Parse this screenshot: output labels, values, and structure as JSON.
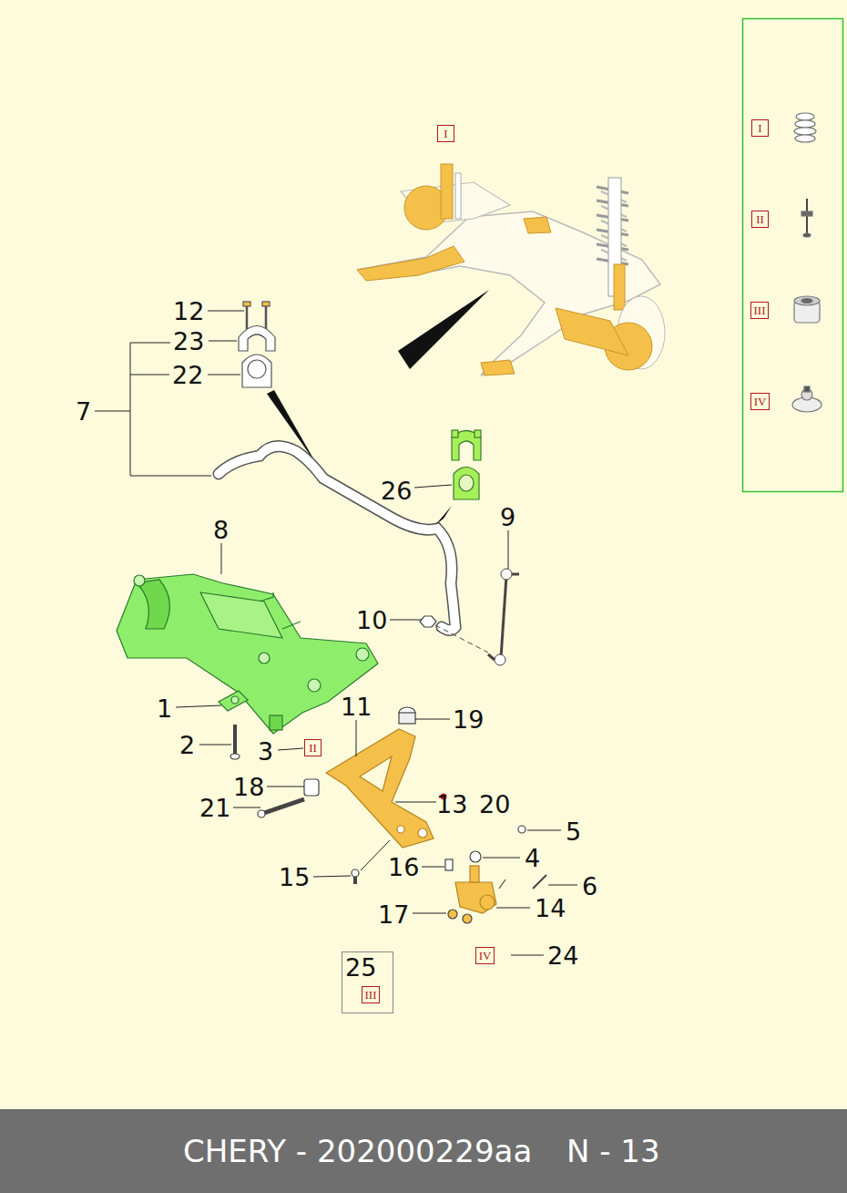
{
  "diagram": {
    "nodes": [
      {
        "text": [
          "I"
        ]
      },
      {
        "text": [
          "I"
        ]
      },
      {
        "text": [
          "II"
        ]
      },
      {
        "text": [
          "III"
        ]
      },
      {
        "text": [
          "IV"
        ]
      },
      {
        "text": [
          "II"
        ]
      },
      {
        "text": [
          "IV"
        ]
      },
      {
        "text": [
          "25"
        ]
      },
      {
        "text": [
          "III"
        ],
        "in": 7
      },
      {
        "text": [
          "CHERY - 202000229aa",
          "N - 13"
        ]
      }
    ],
    "labels": [
      "12",
      "23",
      "22",
      "7",
      "26",
      "9",
      "8",
      "10",
      "1",
      "11",
      "19",
      "2",
      "3",
      "18",
      "13",
      "20",
      "21",
      "5",
      "16",
      "4",
      "15",
      "6",
      "17",
      "14",
      "24"
    ]
  }
}
